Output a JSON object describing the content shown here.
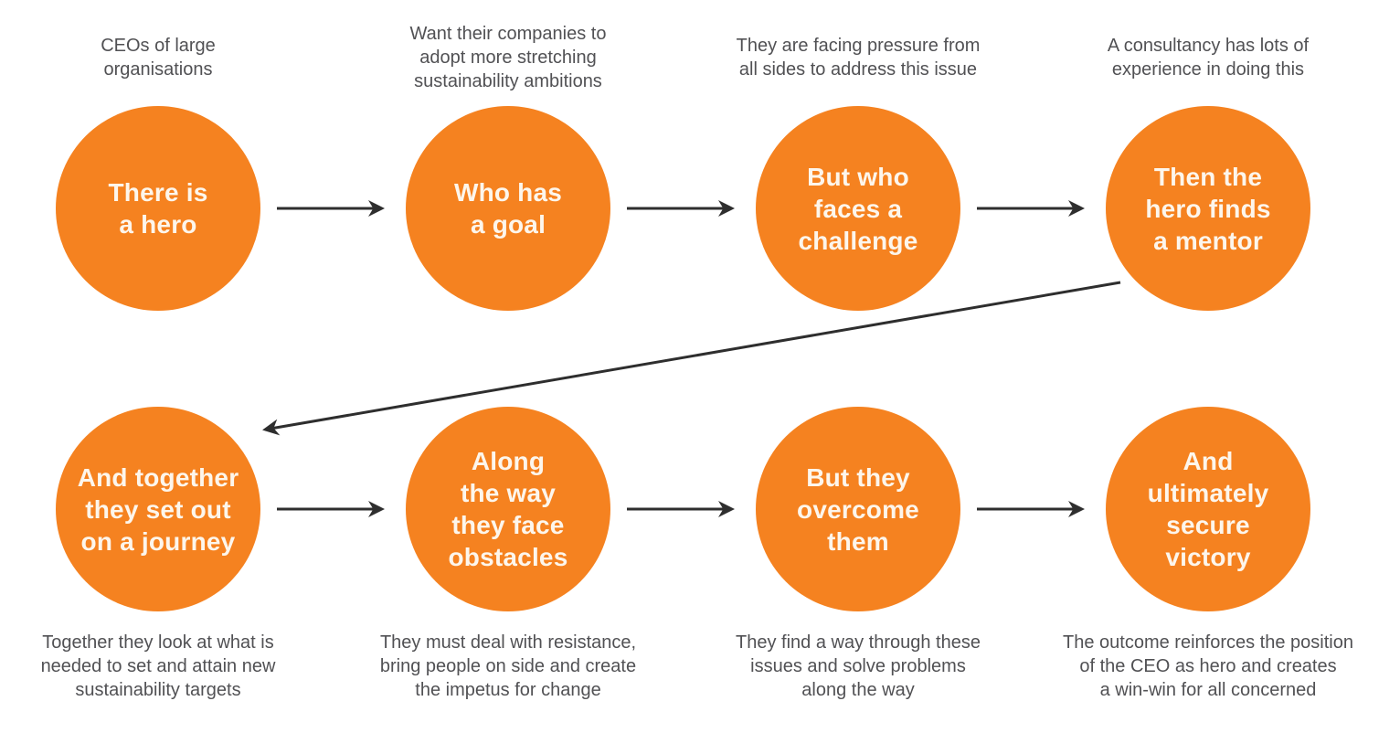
{
  "diagram": {
    "title": "hero-journey-flow",
    "colors": {
      "circle_fill": "#F58220",
      "circle_text": "#FDF6EC",
      "caption_text": "#515154",
      "arrow": "#2E2E2E",
      "background": "#FFFFFF"
    },
    "steps": [
      {
        "circle_label": "There is\na hero",
        "caption": "CEOs of large\norganisations",
        "caption_position": "above"
      },
      {
        "circle_label": "Who has\na goal",
        "caption": "Want their companies to\nadopt more stretching\nsustainability ambitions",
        "caption_position": "above"
      },
      {
        "circle_label": "But who\nfaces a\nchallenge",
        "caption": "They are facing pressure from\nall sides to address this issue",
        "caption_position": "above"
      },
      {
        "circle_label": "Then the\nhero finds\na mentor",
        "caption": "A consultancy has lots of\nexperience in doing this",
        "caption_position": "above"
      },
      {
        "circle_label": "And together\nthey set out\non a journey",
        "caption": "Together they look at what is\nneeded to set and attain new\nsustainability targets",
        "caption_position": "below"
      },
      {
        "circle_label": "Along\nthe way\nthey face\nobstacles",
        "caption": "They must deal with resistance,\nbring people on side and create\nthe impetus for change",
        "caption_position": "below"
      },
      {
        "circle_label": "But they\novercome\nthem",
        "caption": "They find a way through these\nissues and solve problems\nalong the way",
        "caption_position": "below"
      },
      {
        "circle_label": "And\nultimately\nsecure\nvictory",
        "caption": "The outcome reinforces the position\nof the CEO as hero and creates\na win-win for all concerned",
        "caption_position": "below"
      }
    ],
    "connections": [
      "step1-to-step2",
      "step2-to-step3",
      "step3-to-step4",
      "step4-to-step5-diagonal",
      "step5-to-step6",
      "step6-to-step7",
      "step7-to-step8"
    ]
  }
}
